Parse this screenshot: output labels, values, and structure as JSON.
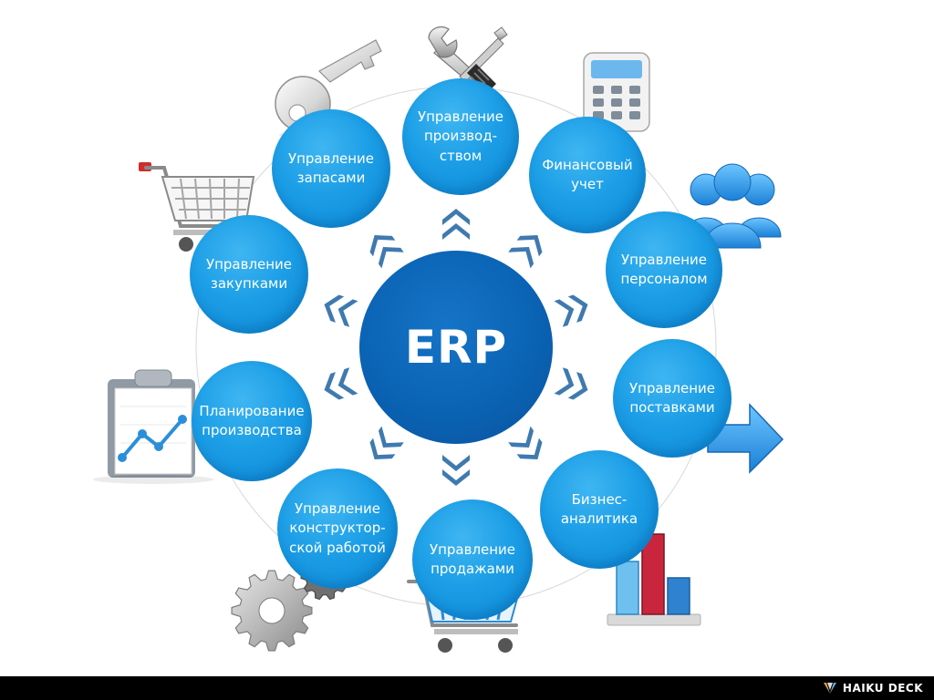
{
  "center": {
    "label": "ERP"
  },
  "modules": [
    {
      "id": "production",
      "label": "Управление\nпроизвод-\nством",
      "icon": "wrench-screwdriver-icon"
    },
    {
      "id": "finance",
      "label": "Финансовый\nучет",
      "icon": "calculator-icon"
    },
    {
      "id": "personnel",
      "label": "Управление\nперсоналом",
      "icon": "people-group-icon"
    },
    {
      "id": "supply",
      "label": "Управление\nпоставками",
      "icon": "arrow-right-icon"
    },
    {
      "id": "bi",
      "label": "Бизнес-\nаналитика",
      "icon": "bar-chart-icon"
    },
    {
      "id": "sales",
      "label": "Управление\nпродажами",
      "icon": "shopping-cart-icon"
    },
    {
      "id": "design",
      "label": "Управление\nконструктор-\nской работой",
      "icon": "gears-icon"
    },
    {
      "id": "planning",
      "label": "Планирование\nпроизводства",
      "icon": "clipboard-chart-icon"
    },
    {
      "id": "purchasing",
      "label": "Управление\nзакупками",
      "icon": "shopping-cart-icon"
    },
    {
      "id": "inventory",
      "label": "Управление\nзапасами",
      "icon": "key-icon"
    }
  ],
  "colors": {
    "node": "#1c9ee6",
    "center": "#0b63b4",
    "arrow": "#2f6fa8",
    "footer": "#000000"
  },
  "brand": {
    "label": "HAIKU DECK",
    "icon": "haiku-deck-logo"
  }
}
